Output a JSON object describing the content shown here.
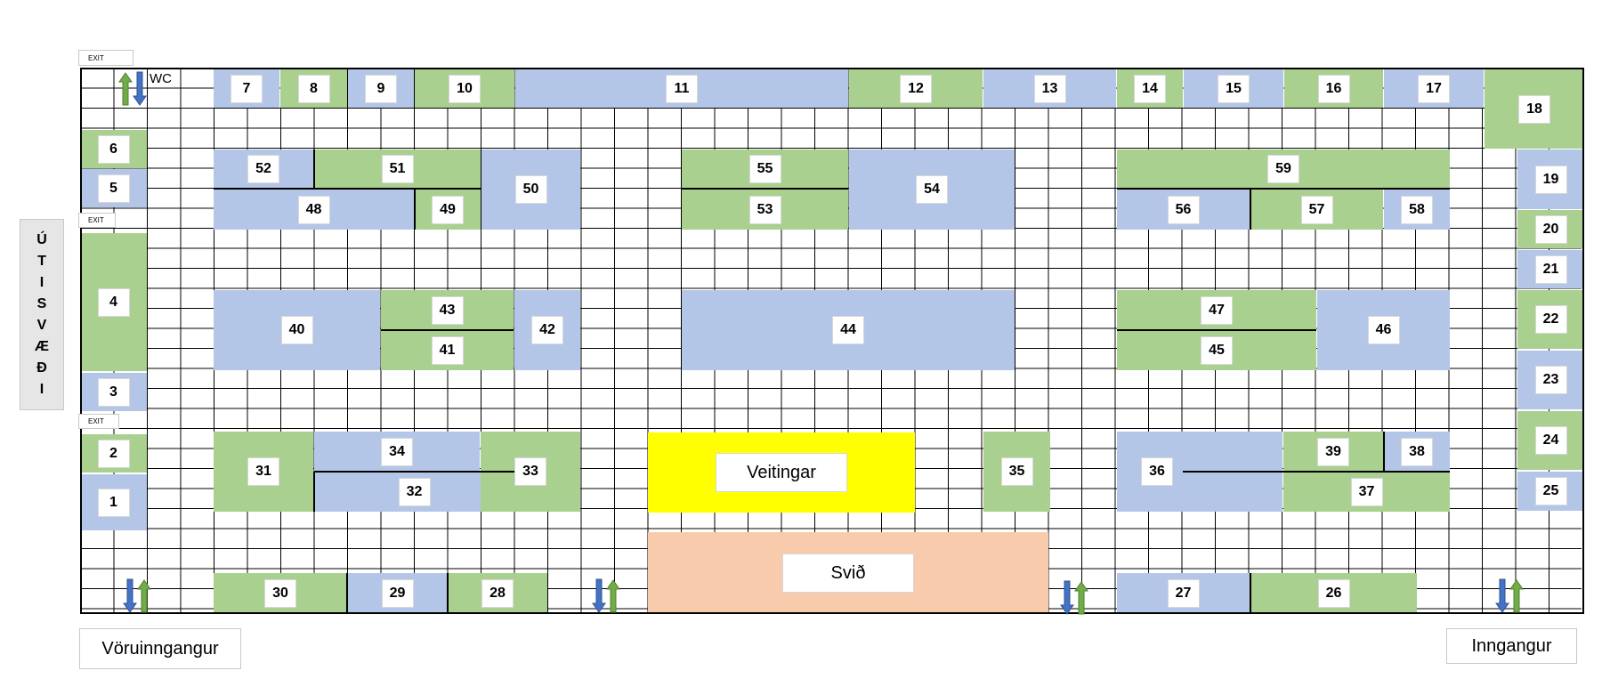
{
  "colors": {
    "blue": "#b4c6e7",
    "green": "#a9d08e",
    "yellow": "#ffff00",
    "peach": "#f8cbad",
    "arrow_down": "#4472c4",
    "arrow_up": "#70ad47"
  },
  "booths": [
    {
      "num": "1",
      "color": "blue"
    },
    {
      "num": "2",
      "color": "green"
    },
    {
      "num": "3",
      "color": "blue"
    },
    {
      "num": "4",
      "color": "green"
    },
    {
      "num": "5",
      "color": "blue"
    },
    {
      "num": "6",
      "color": "green"
    },
    {
      "num": "7",
      "color": "blue"
    },
    {
      "num": "8",
      "color": "green"
    },
    {
      "num": "9",
      "color": "blue"
    },
    {
      "num": "10",
      "color": "green"
    },
    {
      "num": "11",
      "color": "blue"
    },
    {
      "num": "12",
      "color": "green"
    },
    {
      "num": "13",
      "color": "blue"
    },
    {
      "num": "14",
      "color": "green"
    },
    {
      "num": "15",
      "color": "blue"
    },
    {
      "num": "16",
      "color": "green"
    },
    {
      "num": "17",
      "color": "blue"
    },
    {
      "num": "18",
      "color": "green"
    },
    {
      "num": "19",
      "color": "blue"
    },
    {
      "num": "20",
      "color": "green"
    },
    {
      "num": "21",
      "color": "blue"
    },
    {
      "num": "22",
      "color": "green"
    },
    {
      "num": "23",
      "color": "blue"
    },
    {
      "num": "24",
      "color": "green"
    },
    {
      "num": "25",
      "color": "blue"
    },
    {
      "num": "26",
      "color": "green"
    },
    {
      "num": "27",
      "color": "blue"
    },
    {
      "num": "28",
      "color": "green"
    },
    {
      "num": "29",
      "color": "blue"
    },
    {
      "num": "30",
      "color": "green"
    },
    {
      "num": "31",
      "color": "green"
    },
    {
      "num": "32",
      "color": "blue"
    },
    {
      "num": "33",
      "color": "green"
    },
    {
      "num": "34",
      "color": "blue"
    },
    {
      "num": "35",
      "color": "green"
    },
    {
      "num": "36",
      "color": "blue"
    },
    {
      "num": "37",
      "color": "green"
    },
    {
      "num": "38",
      "color": "blue"
    },
    {
      "num": "39",
      "color": "green"
    },
    {
      "num": "40",
      "color": "blue"
    },
    {
      "num": "41",
      "color": "green"
    },
    {
      "num": "42",
      "color": "blue"
    },
    {
      "num": "43",
      "color": "green"
    },
    {
      "num": "44",
      "color": "blue"
    },
    {
      "num": "45",
      "color": "green"
    },
    {
      "num": "46",
      "color": "blue"
    },
    {
      "num": "47",
      "color": "green"
    },
    {
      "num": "48",
      "color": "blue"
    },
    {
      "num": "49",
      "color": "green"
    },
    {
      "num": "50",
      "color": "blue"
    },
    {
      "num": "51",
      "color": "green"
    },
    {
      "num": "52",
      "color": "blue"
    },
    {
      "num": "53",
      "color": "green"
    },
    {
      "num": "54",
      "color": "blue"
    },
    {
      "num": "55",
      "color": "green"
    },
    {
      "num": "56",
      "color": "blue"
    },
    {
      "num": "57",
      "color": "green"
    },
    {
      "num": "58",
      "color": "blue"
    },
    {
      "num": "59",
      "color": "green"
    }
  ],
  "areas": {
    "catering": "Veitingar",
    "stage": "Svið"
  },
  "exit_label": "EXIT",
  "wc_label": "WC",
  "outdoor_area": [
    "Ú",
    "T",
    "I",
    "S",
    "V",
    "Æ",
    "Ð",
    "I"
  ],
  "goods_entrance": "Vöruinngangur",
  "main_entrance": "Inngangur",
  "icons": {
    "stairs": "up-down-arrows-icon"
  }
}
